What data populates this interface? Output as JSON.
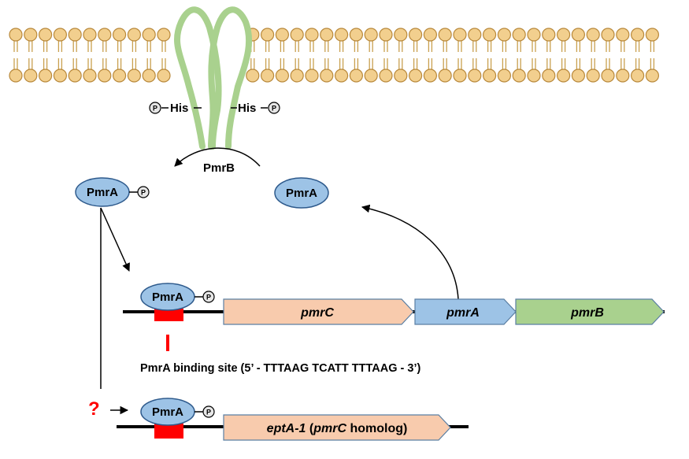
{
  "colors": {
    "membrane_head": "#f2cf8e",
    "membrane_head_stroke": "#b8883a",
    "tail": "#c9a04f",
    "kinase": "#a9d18e",
    "pmra_fill": "#9dc3e6",
    "pmra_stroke": "#2e5a8c",
    "pmrc_gene": "#f8cbad",
    "pmra_gene": "#9dc3e6",
    "pmrb_gene": "#a9d18e",
    "binding_box": "#ff0000",
    "question": "#ff0000",
    "line": "#000000"
  },
  "labels": {
    "his_left": "His",
    "his_right": "His",
    "phospho": "P",
    "pmrb": "PmrB",
    "pmra_phospho_top": "PmrA",
    "pmra_free": "PmrA",
    "pmra_operon": "PmrA",
    "pmra_eptA": "PmrA",
    "question_mark": "?"
  },
  "operon": {
    "genes": [
      {
        "name": "pmrC",
        "color": "#f8cbad"
      },
      {
        "name": "pmrA",
        "color": "#9dc3e6"
      },
      {
        "name": "pmrB",
        "color": "#a9d18e"
      }
    ],
    "binding_site": "PmrA binding  site (5’ - TTTAAG  TCATT  TTTAAG  - 3’)"
  },
  "homolog": {
    "gene_prefix": "eptA-1",
    "open_paren": " (",
    "gene_ref": "pmrC",
    "suffix": " homolog)"
  },
  "icons": [
    "phospho-icon",
    "arrow-icon"
  ]
}
